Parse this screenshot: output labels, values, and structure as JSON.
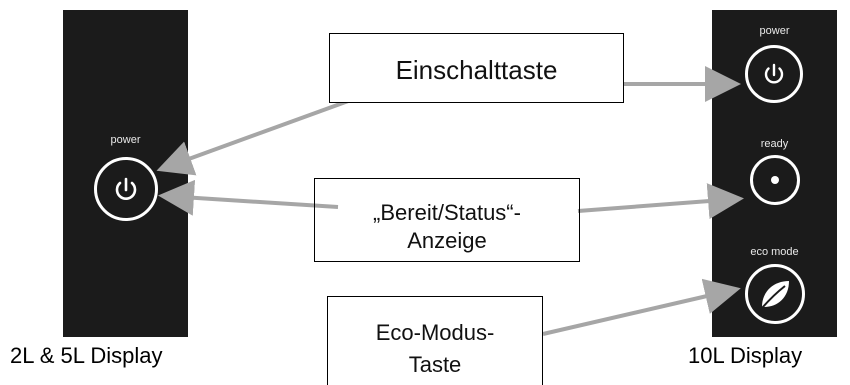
{
  "left_panel": {
    "power_label": "power",
    "caption": "2L & 5L Display"
  },
  "right_panel": {
    "power_label": "power",
    "ready_label": "ready",
    "eco_label": "eco mode",
    "caption": "10L Display"
  },
  "callouts": {
    "power": "Einschalttaste",
    "status_line1": "„Bereit/Status“-",
    "status_line2": "Anzeige",
    "eco_line1": "Eco-Modus-",
    "eco_line2": "Taste"
  },
  "colors": {
    "panel": "#1b1b1b",
    "arrow": "#a6a6a6",
    "button_ring": "#ffffff"
  },
  "icons": [
    "power-icon",
    "ready-dot-icon",
    "leaf-icon"
  ]
}
